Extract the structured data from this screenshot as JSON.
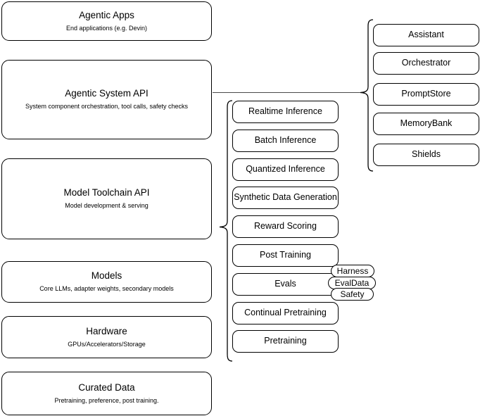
{
  "diagram": {
    "title": "LLM Stack Architecture Diagram",
    "background_color": "#ffffff",
    "stroke_color": "#000000",
    "connector_color": "#4a4a4a",
    "layers": [
      {
        "id": "agentic-apps",
        "title": "Agentic Apps",
        "subtitle": "End applications (e.g. Devin)"
      },
      {
        "id": "agentic-system-api",
        "title": "Agentic System API",
        "subtitle": "System component orchestration, tool calls, safety checks"
      },
      {
        "id": "model-toolchain-api",
        "title": "Model Toolchain API",
        "subtitle": "Model development & serving"
      },
      {
        "id": "models",
        "title": "Models",
        "subtitle": "Core LLMs, adapter weights, secondary models"
      },
      {
        "id": "hardware",
        "title": "Hardware",
        "subtitle": "GPUs/Accelerators/Storage"
      },
      {
        "id": "curated-data",
        "title": "Curated Data",
        "subtitle": "Pretraining, preference, post training."
      }
    ],
    "toolchain_capabilities": [
      {
        "id": "realtime-inference",
        "label": "Realtime Inference"
      },
      {
        "id": "batch-inference",
        "label": "Batch Inference"
      },
      {
        "id": "quantized-inference",
        "label": "Quantized Inference"
      },
      {
        "id": "synthetic-data-generation",
        "label": "Synthetic Data Generation"
      },
      {
        "id": "reward-scoring",
        "label": "Reward Scoring"
      },
      {
        "id": "post-training",
        "label": "Post Training"
      },
      {
        "id": "evals",
        "label": "Evals"
      },
      {
        "id": "continual-pretraining",
        "label": "Continual Pretraining"
      },
      {
        "id": "pretraining",
        "label": "Pretraining"
      }
    ],
    "eval_pills": [
      {
        "id": "harness",
        "label": "Harness"
      },
      {
        "id": "evaldata",
        "label": "EvalData"
      },
      {
        "id": "safety",
        "label": "Safety"
      }
    ],
    "agentic_components": [
      {
        "id": "assistant",
        "label": "Assistant"
      },
      {
        "id": "orchestrator",
        "label": "Orchestrator"
      },
      {
        "id": "promptstore",
        "label": "PromptStore"
      },
      {
        "id": "memorybank",
        "label": "MemoryBank"
      },
      {
        "id": "shields",
        "label": "Shields"
      }
    ]
  }
}
